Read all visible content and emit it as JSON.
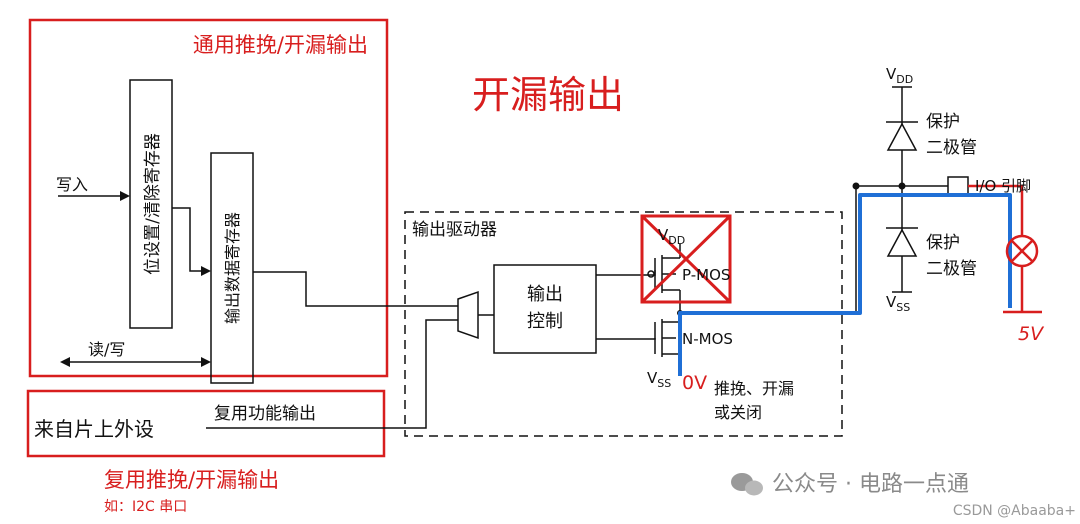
{
  "title": "开漏输出",
  "boxes": {
    "general_output": "通用推挽/开漏输出",
    "alt_output": "复用推挽/开漏输出",
    "alt_example": "如：I2C 串口"
  },
  "registers": {
    "bit_set_reset": "位设置/清除寄存器",
    "output_data": "输出数据寄存器",
    "write_in": "写入",
    "read_write": "读/写"
  },
  "peripheral": {
    "source": "来自片上外设",
    "alt_func_output": "复用功能输出"
  },
  "driver": {
    "label": "输出驱动器",
    "control_line1": "输出",
    "control_line2": "控制",
    "vdd": "V",
    "vdd_sub": "DD",
    "pmos": "P-MOS",
    "nmos": "N-MOS",
    "vss": "V",
    "vss_sub": "SS",
    "mode_line1": "推挽、开漏",
    "mode_line2": "或关闭",
    "zero_volt": "0V"
  },
  "protection": {
    "vdd": "V",
    "vdd_sub": "DD",
    "vss": "V",
    "vss_sub": "SS",
    "diode_top_line1": "保护",
    "diode_top_line2": "二极管",
    "diode_bot_line1": "保护",
    "diode_bot_line2": "二极管",
    "pin": "I/O 引脚",
    "five_volt": "5V"
  },
  "watermark": {
    "channel": "公众号 · 电路一点通",
    "csdn": "CSDN @Abaaba+"
  },
  "colors": {
    "red": "#d81e1e",
    "blue": "#1f6fd6",
    "black": "#111111"
  }
}
